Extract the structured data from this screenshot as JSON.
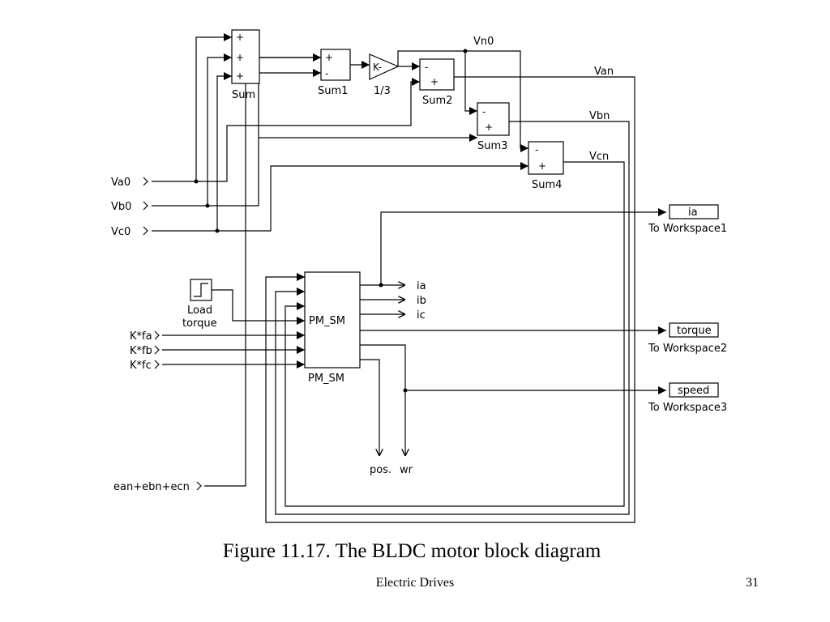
{
  "diagram": {
    "blocks": {
      "sum": "Sum",
      "sum1": "Sum1",
      "gain_value": "K-",
      "gain": "1/3",
      "sum2": "Sum2",
      "sum3": "Sum3",
      "sum4": "Sum4",
      "pmsm_inner": "PM_SM",
      "pmsm_name": "PM_SM",
      "load_torque_line1": "Load",
      "load_torque_line2": "torque",
      "ws1_var": "ia",
      "ws1_name": "To Workspace1",
      "ws2_var": "torque",
      "ws2_name": "To Workspace2",
      "ws3_var": "speed",
      "ws3_name": "To Workspace3"
    },
    "inputs": {
      "va0": "Va0",
      "vb0": "Vb0",
      "vc0": "Vc0",
      "kfa": "K*fa",
      "kfb": "K*fb",
      "kfc": "K*fc",
      "esum": "ean+ebn+ecn"
    },
    "outputs": {
      "ia": "ia",
      "ib": "ib",
      "ic": "ic",
      "pos": "pos.",
      "wr": "wr"
    },
    "signals": {
      "vn0": "Vn0",
      "van": "Van",
      "vbn": "Vbn",
      "vcn": "Vcn"
    },
    "signs": {
      "plus": "+",
      "minus": "-"
    }
  },
  "caption": "Figure 11.17. The BLDC motor block diagram",
  "footer": {
    "title": "Electric Drives",
    "page": "31"
  }
}
